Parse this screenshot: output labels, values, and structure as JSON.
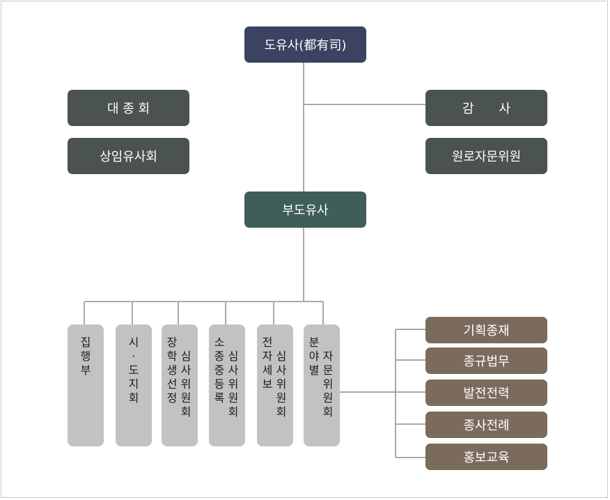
{
  "org": {
    "top": "도유사(都有司)",
    "left": [
      "대 종 회",
      "상임유사회"
    ],
    "right": [
      "감　　사",
      "원로자문위원"
    ],
    "middle": "부도유사",
    "units": [
      {
        "cols": [
          "집\n행\n부"
        ]
      },
      {
        "cols": [
          "시\n·\n도\n지\n회"
        ]
      },
      {
        "cols": [
          "장\n학\n생\n선\n정",
          "\n심\n사\n위\n원\n회"
        ]
      },
      {
        "cols": [
          "소\n종\n중\n등\n록",
          "\n심\n사\n위\n원\n회"
        ]
      },
      {
        "cols": [
          "전\n자\n세\n보",
          "\n심\n사\n위\n원\n회"
        ]
      },
      {
        "cols": [
          "분\n야\n별",
          "\n자\n문\n위\n원\n회"
        ]
      }
    ],
    "advisory": [
      "기획종재",
      "종규법무",
      "발전전력",
      "종사전례",
      "홍보교육"
    ]
  },
  "colors": {
    "top": "#3b4262",
    "side": "#4b5252",
    "middle": "#3f5e5a",
    "advisory": "#7a6b5d",
    "unit": "#c2c2c2",
    "line": "#a9a9a9"
  }
}
